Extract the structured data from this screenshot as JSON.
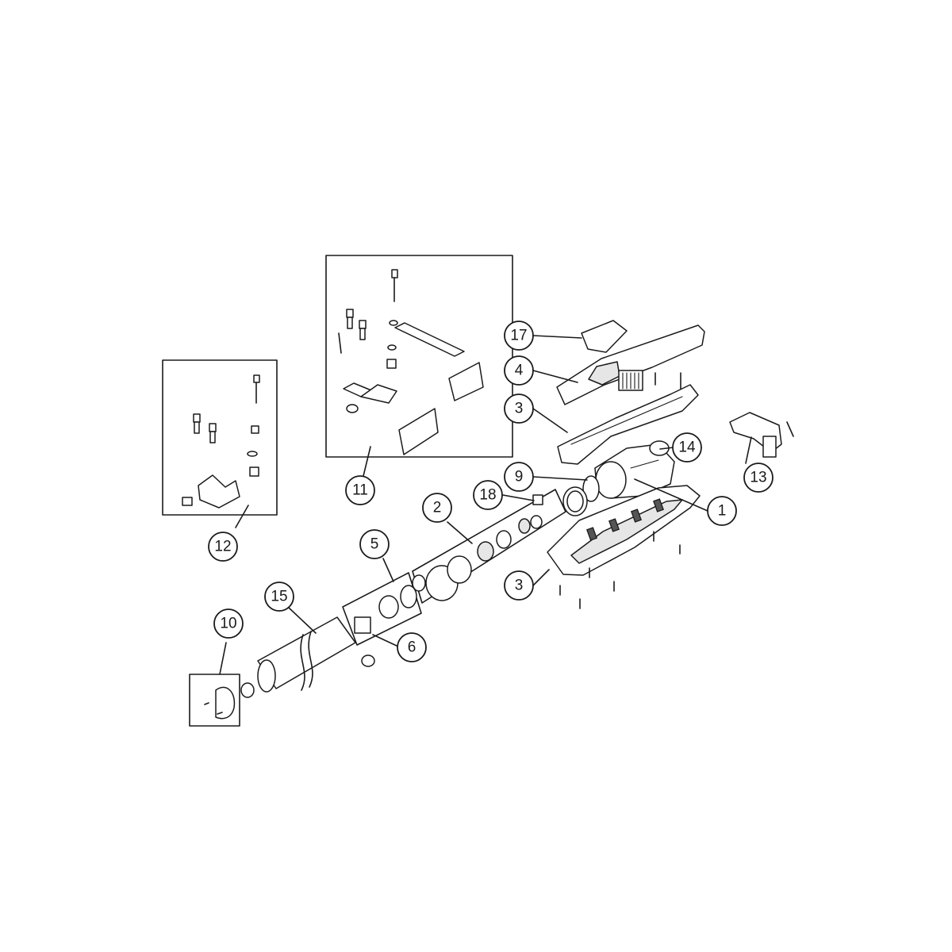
{
  "diagram": {
    "callouts": [
      {
        "id": "c17",
        "label": "17"
      },
      {
        "id": "c4",
        "label": "4"
      },
      {
        "id": "c3a",
        "label": "3"
      },
      {
        "id": "c14",
        "label": "14"
      },
      {
        "id": "c13",
        "label": "13"
      },
      {
        "id": "c9",
        "label": "9"
      },
      {
        "id": "c1",
        "label": "1"
      },
      {
        "id": "c18",
        "label": "18"
      },
      {
        "id": "c2",
        "label": "2"
      },
      {
        "id": "c11",
        "label": "11"
      },
      {
        "id": "c12",
        "label": "12"
      },
      {
        "id": "c5",
        "label": "5"
      },
      {
        "id": "c3b",
        "label": "3"
      },
      {
        "id": "c15",
        "label": "15"
      },
      {
        "id": "c6",
        "label": "6"
      },
      {
        "id": "c10",
        "label": "10"
      }
    ]
  }
}
